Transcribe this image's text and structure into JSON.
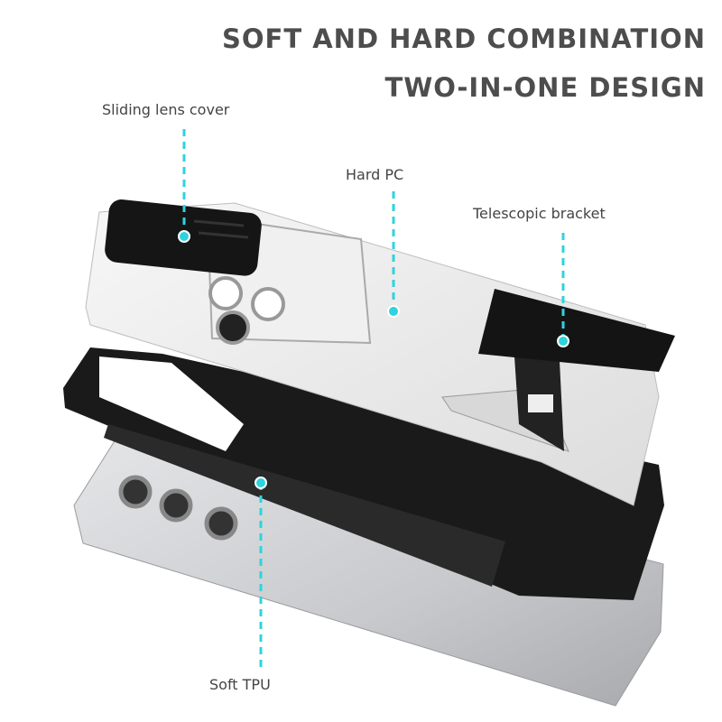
{
  "headline": {
    "line1": "SOFT AND HARD COMBINATION",
    "line2": "TWO-IN-ONE DESIGN"
  },
  "callouts": {
    "sliding_lens_cover": "Sliding lens cover",
    "hard_pc": "Hard PC",
    "telescopic_bracket": "Telescopic bracket",
    "soft_tpu": "Soft TPU"
  },
  "colors": {
    "accent": "#2ed3de",
    "text": "#4d4d4d",
    "case_black": "#1a1a1a",
    "pc_white": "#e9e9e9",
    "phone_silver": "#cfd0d2"
  }
}
